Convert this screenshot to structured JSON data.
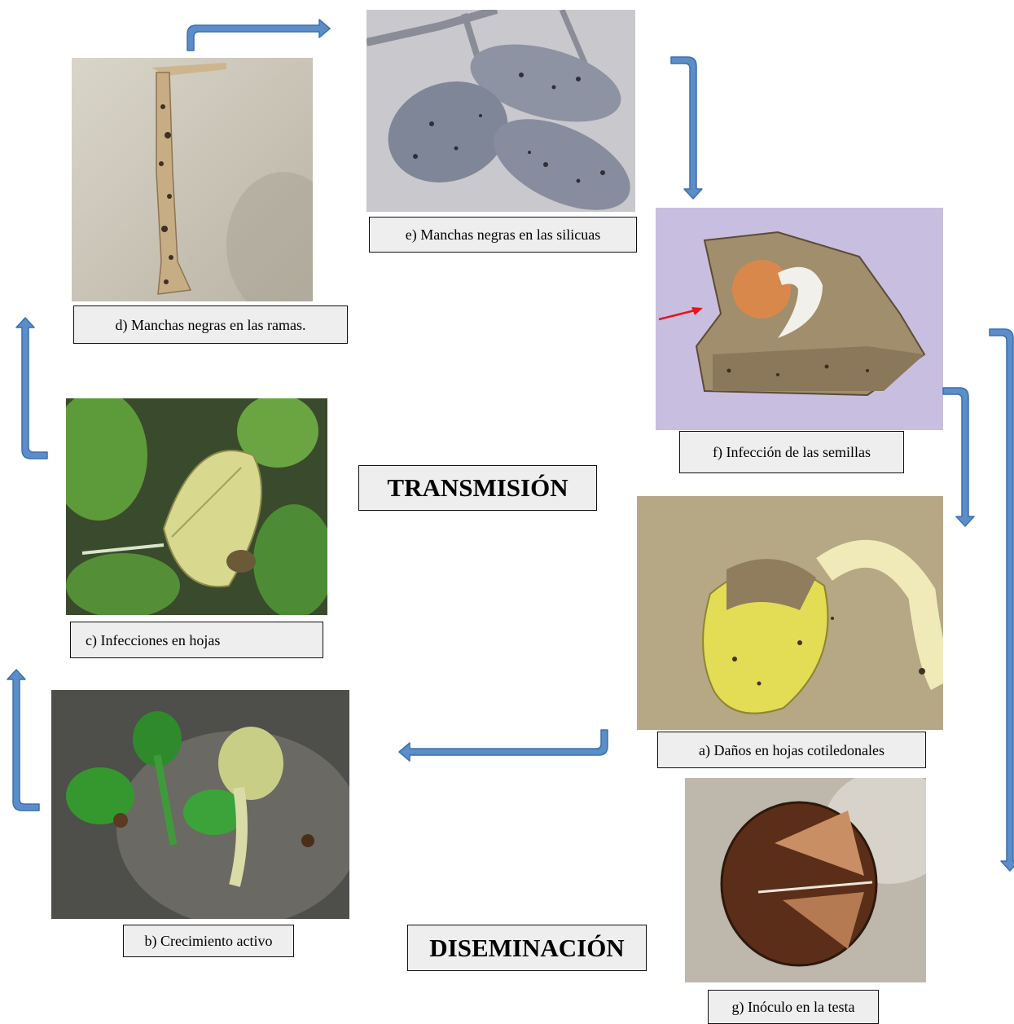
{
  "stages": {
    "transmision": "TRANSMISIÓN",
    "diseminacion": "DISEMINACIÓN"
  },
  "captions": {
    "d": "d) Manchas negras en las ramas.",
    "e": "e) Manchas negras en las silicuas",
    "f": "f) Infección de las semillas",
    "c": "c) Infecciones en hojas",
    "a": "a) Daños en hojas cotiledonales",
    "b": "b) Crecimiento activo",
    "g": "g) Inóculo en la testa"
  },
  "colors": {
    "arrow_fill": "#5b8ec9",
    "arrow_stroke": "#3a6fad",
    "pointer_arrow": "#e8141a"
  }
}
